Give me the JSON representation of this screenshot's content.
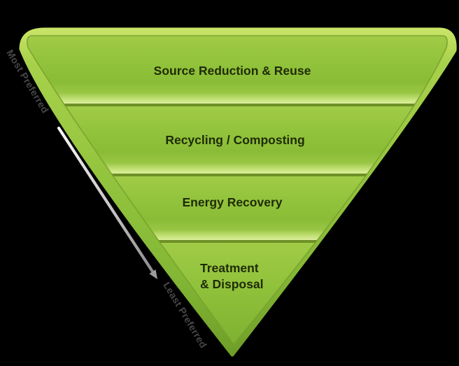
{
  "diagram": {
    "tiers": [
      {
        "label": "Source Reduction & Reuse"
      },
      {
        "label": "Recycling / Composting"
      },
      {
        "label": "Energy Recovery"
      },
      {
        "label": "Treatment & Disposal",
        "line1": "Treatment",
        "line2": "& Disposal"
      }
    ],
    "preference_axis": {
      "most_label": "Most Preferred",
      "least_label": "Least Preferred"
    },
    "colors": {
      "background": "#000000",
      "rim_light": "#c9e467",
      "rim_mid": "#93c43e",
      "rim_dark": "#6f9d28",
      "tier_fill_top": "#a0cb47",
      "tier_fill_mid": "#8abc37",
      "tier_highlight": "#dcee9b",
      "divider": "#6e9027",
      "keyline": "#79a12e",
      "tier_text": "#1f2b06",
      "axis_text": "#474747",
      "arrow_light": "#f7f7f7",
      "arrow_dark": "#8a8a8a"
    }
  }
}
